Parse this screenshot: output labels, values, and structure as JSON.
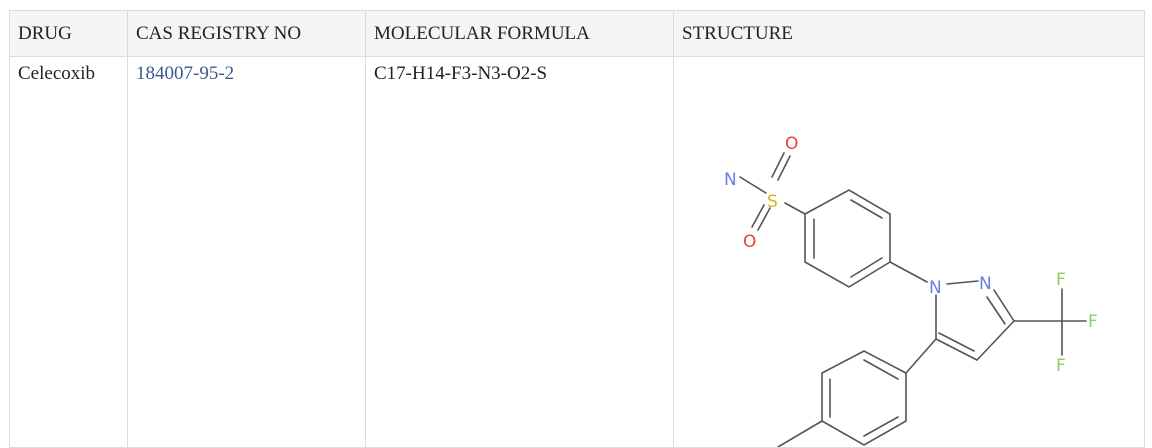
{
  "table": {
    "headers": {
      "drug": "DRUG",
      "cas": "CAS REGISTRY NO",
      "formula": "MOLECULAR FORMULA",
      "structure": "STRUCTURE"
    },
    "rows": [
      {
        "drug": "Celecoxib",
        "cas": "184007-95-2",
        "formula": "C17-H14-F3-N3-O2-S",
        "structure_atoms": {
          "n_amide": "N",
          "s": "S",
          "o_top": "O",
          "o_bottom": "O",
          "n1": "N",
          "n2": "N",
          "f1": "F",
          "f2": "F",
          "f3": "F"
        }
      }
    ]
  },
  "colors": {
    "nitrogen": "#6a7de8",
    "oxygen": "#e8413c",
    "sulfur": "#d9b21d",
    "fluorine": "#8ccd5a",
    "link": "#3a5a8c",
    "border": "#dcdcdc",
    "header_bg": "#f5f5f5"
  }
}
